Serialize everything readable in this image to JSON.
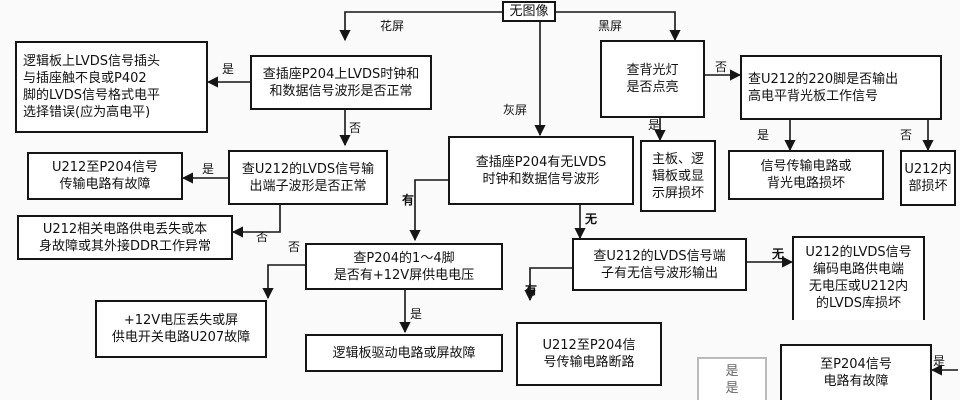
{
  "nodes": {
    "start": "无图像",
    "check_p204_signal": "查插座P204上LVDS时钟和\n和数据信号波形是否正常",
    "logic_board_fault": "逻辑板上LVDS信号插头\n与插座触不良或P402\n脚的LVDS信号格式电平\n选择错误(应为高电平)",
    "check_u212_output": "查U212的LVDS信号输\n出端子波形是否正常",
    "u212_p204_fault": "U212至P204信号\n传输电路有故障",
    "u212_power_fault": "U212相关电路供电丢失或本\n身故障或其外接DDR工作异常",
    "check_p204_pins": "查P204的1～4脚\n是否有+12V屏供电电压",
    "power_12v_fault": "+12V电压丢失或屏\n供电开关电路U207故障",
    "logic_drive_fault": "逻辑板驱动电路或屏故障",
    "check_p204_lvds": "查插座P204有无LVDS\n时钟和数据信号波形",
    "check_backlight": "查背光灯\n是否点亮",
    "main_board_fault": "主板、逻\n辑板或显\n示屏损坏",
    "check_u212_220": "查U212的220脚是否输出\n高电平背光板工作信号",
    "signal_backlight_fault": "信号传输电路或\n背光电路损坏",
    "u212_internal": "U212内\n部损坏",
    "check_u212_lvds_out": "查U212的LVDS信号端\n子有无信号波形输出",
    "u212_p204_open": "U212至P204信\n号传输电路断路",
    "u212_encode_fault": "U212的LVDS信号\n编码电路供电端\n无电压或U212内\n的LVDS库损坏",
    "p204_signal_fault": "至P204信号\n电路有故障",
    "partial_left": "是\n是"
  },
  "edge_labels": {
    "huaping": "花屏",
    "heiping": "黑屏",
    "huiping": "灰屏",
    "yes": "是",
    "no": "否",
    "have": "有",
    "none": "无"
  },
  "colors": {
    "line": "#151515",
    "box_fill": "#ffffff",
    "page": "#fafafa"
  }
}
